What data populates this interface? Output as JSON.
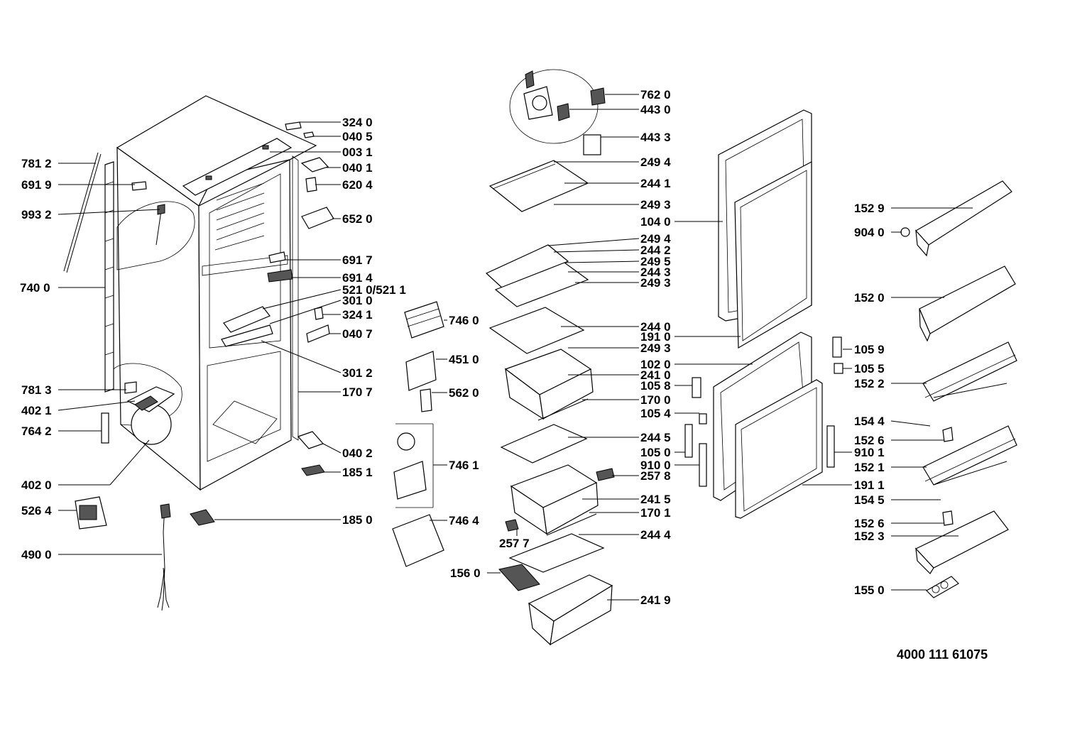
{
  "document_number": "4000 111 61075",
  "labels": {
    "l7812": "781 2",
    "l6919": "691 9",
    "l9932": "993 2",
    "l7400": "740 0",
    "l7813": "781 3",
    "l4021": "402 1",
    "l7642": "764 2",
    "l4020": "402 0",
    "l5264": "526 4",
    "l4900": "490 0",
    "l3240": "324 0",
    "l0405": "040 5",
    "l0031": "003 1",
    "l0401": "040 1",
    "l6204": "620 4",
    "l6520": "652 0",
    "l6917": "691 7",
    "l6914": "691 4",
    "l5210": "521 0/521 1",
    "l3010": "301 0",
    "l3241": "324 1",
    "l0407": "040 7",
    "l3012": "301 2",
    "l1707": "170 7",
    "l0402": "040 2",
    "l1851": "185 1",
    "l1850": "185 0",
    "l7460": "746 0",
    "l4510": "451 0",
    "l5620": "562 0",
    "l7461": "746 1",
    "l7464": "746 4",
    "l2577": "257 7",
    "l1560": "156 0",
    "l7620": "762 0",
    "l4430": "443 0",
    "l4433": "443 3",
    "l2494a": "249 4",
    "l2441": "244 1",
    "l2493a": "249 3",
    "l2494b": "249 4",
    "l2442": "244 2",
    "l2495": "249 5",
    "l2443": "244 3",
    "l2493b": "249 3",
    "l2440": "244 0",
    "l1910": "191 0",
    "l2493c": "249 3",
    "l1020": "102 0",
    "l2410": "241 0",
    "l1058": "105 8",
    "l1700": "170 0",
    "l1054": "105 4",
    "l2445": "244 5",
    "l1050": "105 0",
    "l9100": "910 0",
    "l2578": "257 8",
    "l2415": "241 5",
    "l1701": "170 1",
    "l2444": "244 4",
    "l2419": "241 9",
    "l1040": "104 0",
    "l1529": "152 9",
    "l9040": "904 0",
    "l1520": "152 0",
    "l1059": "105 9",
    "l1055": "105 5",
    "l1522": "152 2",
    "l1544": "154 4",
    "l1526a": "152 6",
    "l9101": "910 1",
    "l1521": "152 1",
    "l1911": "191 1",
    "l1545": "154 5",
    "l1526b": "152 6",
    "l1523": "152 3",
    "l1550": "155 0"
  }
}
